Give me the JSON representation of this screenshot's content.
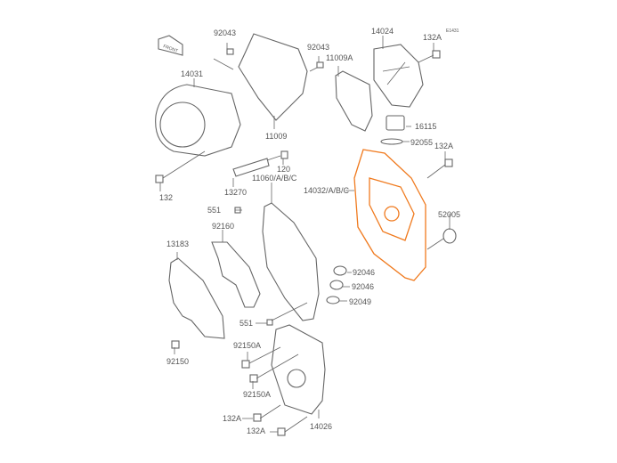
{
  "diagram": {
    "title": "Engine Cover(s)",
    "code": "E1431",
    "front_logo": "FRONT",
    "highlight_color": "#f07a1e",
    "labels": [
      {
        "id": "p92043a",
        "text": "92043"
      },
      {
        "id": "p92043b",
        "text": "92043"
      },
      {
        "id": "p14024",
        "text": "14024"
      },
      {
        "id": "p132Aa",
        "text": "132A"
      },
      {
        "id": "p14031",
        "text": "14031"
      },
      {
        "id": "p11009A",
        "text": "11009A"
      },
      {
        "id": "p11009",
        "text": "11009"
      },
      {
        "id": "p16115",
        "text": "16115"
      },
      {
        "id": "p92055",
        "text": "92055"
      },
      {
        "id": "p132Ab",
        "text": "132A"
      },
      {
        "id": "p120",
        "text": "120"
      },
      {
        "id": "p132",
        "text": "132"
      },
      {
        "id": "p13270",
        "text": "13270"
      },
      {
        "id": "p11060",
        "text": "11060/A/B/C"
      },
      {
        "id": "p14032",
        "text": "14032/A/B/C"
      },
      {
        "id": "p551a",
        "text": "551"
      },
      {
        "id": "p52005",
        "text": "52005"
      },
      {
        "id": "p92160",
        "text": "92160"
      },
      {
        "id": "p13183",
        "text": "13183"
      },
      {
        "id": "p92046a",
        "text": "92046"
      },
      {
        "id": "p92046b",
        "text": "92046"
      },
      {
        "id": "p92049",
        "text": "92049"
      },
      {
        "id": "p551b",
        "text": "551"
      },
      {
        "id": "p92150Aa",
        "text": "92150A"
      },
      {
        "id": "p92150",
        "text": "92150"
      },
      {
        "id": "p92150Ab",
        "text": "92150A"
      },
      {
        "id": "p132Ac",
        "text": "132A"
      },
      {
        "id": "p132Ad",
        "text": "132A"
      },
      {
        "id": "p14026",
        "text": "14026"
      }
    ]
  }
}
